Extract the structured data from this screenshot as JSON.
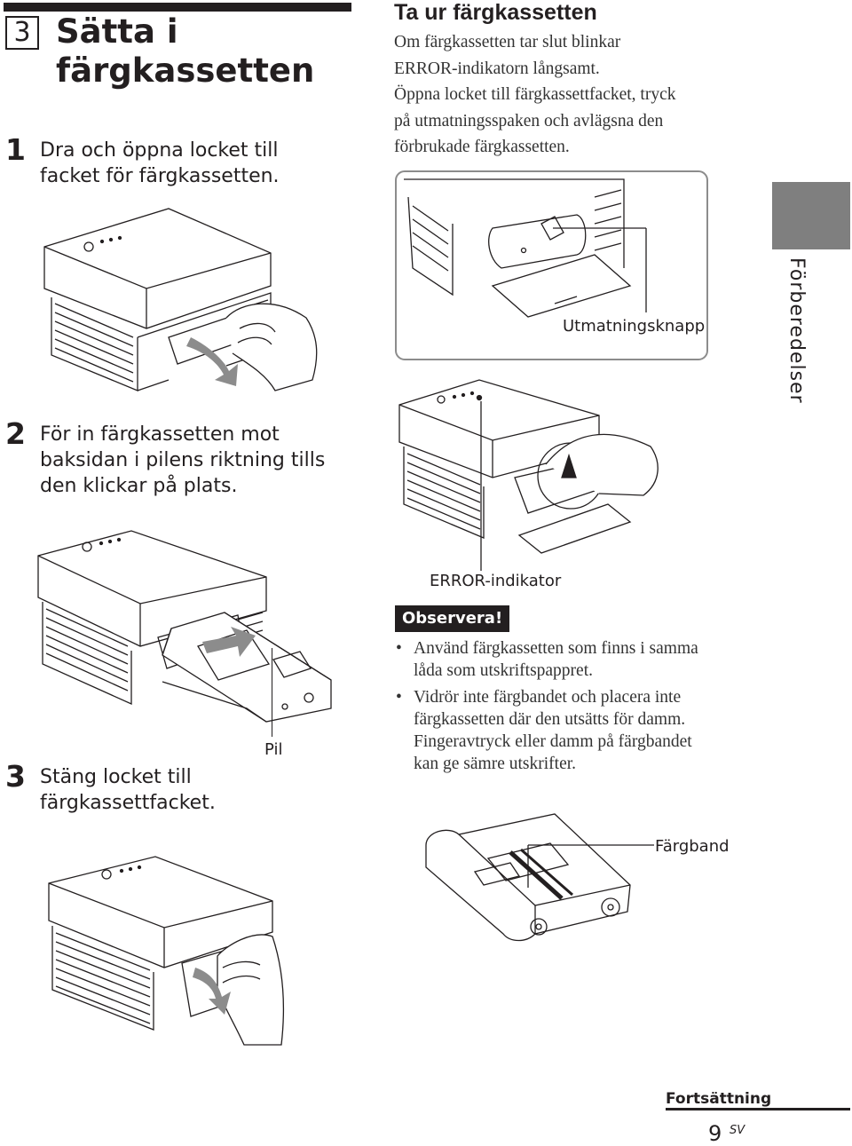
{
  "section": {
    "number": "3",
    "title_line1": "Sätta i",
    "title_line2": "färgkassetten"
  },
  "steps": [
    {
      "num": "1",
      "line1": "Dra och öppna locket till",
      "line2": "facket för färgkassetten."
    },
    {
      "num": "2",
      "line1": "För in färgkassetten mot",
      "line2": "baksidan i pilens riktning tills",
      "line3": "den klickar på plats."
    },
    {
      "num": "3",
      "line1": "Stäng locket till",
      "line2": "färgkassettfacket."
    }
  ],
  "remove_section": {
    "title": "Ta ur färgkassetten",
    "line1": "Om färgkassetten tar slut blinkar",
    "line2": "ERROR-indikatorn långsamt.",
    "line3": "Öppna locket till färgkassettfacket, tryck",
    "line4": "på utmatningsspaken och avlägsna den",
    "line5": "förbrukade färgkassetten."
  },
  "callouts": {
    "eject": "Utmatningsknapp",
    "error": "ERROR-indikator",
    "arrow": "Pil",
    "ribbon": "Färgband"
  },
  "side_tab": "Förberedelser",
  "notice": {
    "label": "Observera!",
    "items": [
      {
        "line1": "Använd färgkassetten som finns i samma",
        "line2": "låda som utskriftspappret."
      },
      {
        "line1": "Vidrör inte färgbandet och placera inte",
        "line2": "färgkassetten där den utsätts för damm.",
        "line3": "Fingeravtryck eller damm på färgbandet",
        "line4": "kan ge sämre utskrifter."
      }
    ]
  },
  "footer": {
    "continued": "Fortsättning",
    "page": "9",
    "lang": "SV"
  }
}
